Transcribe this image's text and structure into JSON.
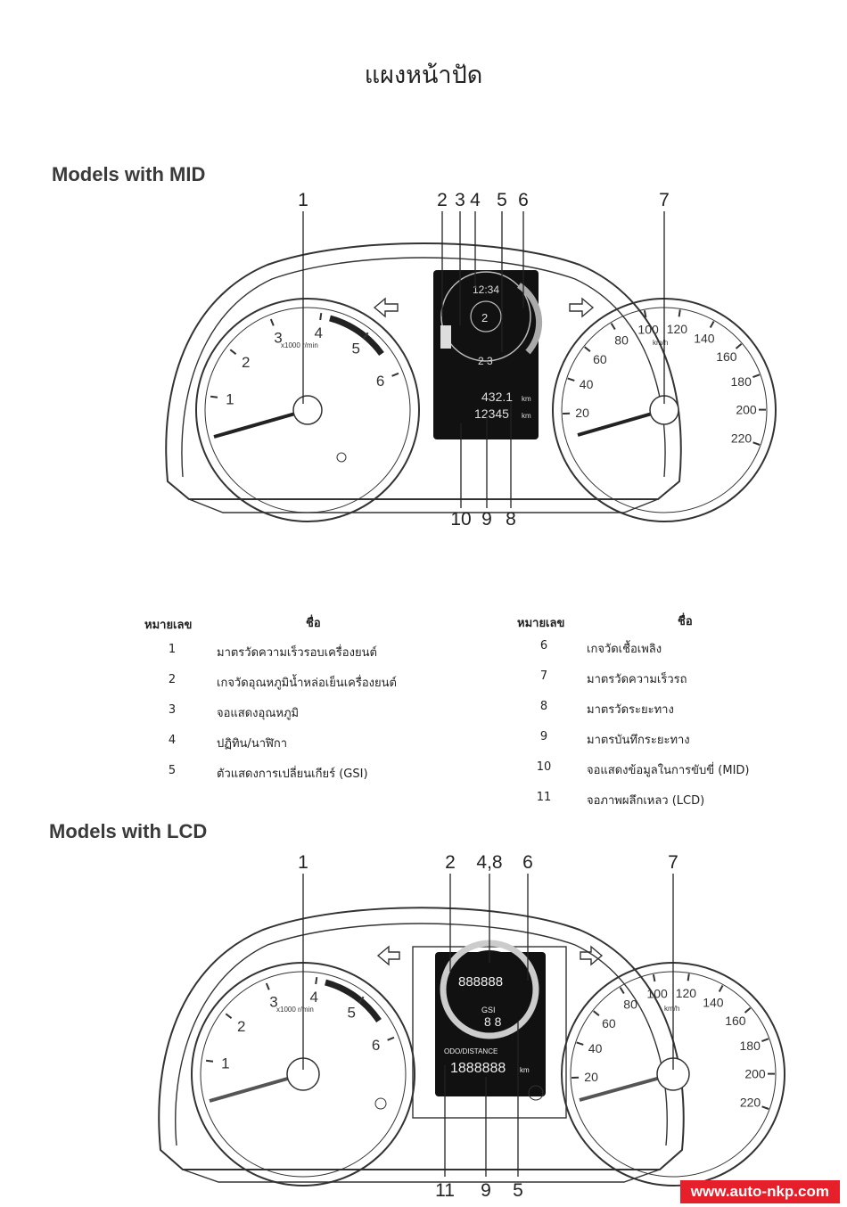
{
  "page_title": "แผงหน้าปัด",
  "sections": {
    "mid": {
      "title": "Models with MID",
      "callouts_top": [
        "1",
        "2",
        "3",
        "4",
        "5",
        "6",
        "7"
      ],
      "callouts_bottom": [
        "10",
        "9",
        "8"
      ],
      "tacho_scale": [
        "1",
        "2",
        "3",
        "4",
        "5",
        "6"
      ],
      "tacho_unit": "x1000 r/min",
      "speedo_scale": [
        "20",
        "40",
        "60",
        "80",
        "100",
        "120",
        "140",
        "160",
        "180",
        "200",
        "220"
      ],
      "speedo_unit": "km/h",
      "display": {
        "clock": "12:34",
        "trip": "432.1",
        "odo": "12345",
        "trip_unit": "km",
        "odo_unit": "km",
        "gear": "2",
        "gear_shift": "2 3"
      }
    },
    "lcd": {
      "title": "Models with LCD",
      "callouts_top": [
        "1",
        "2",
        "4,8",
        "6",
        "7"
      ],
      "callouts_bottom": [
        "11",
        "9",
        "5"
      ],
      "tacho_scale": [
        "1",
        "2",
        "3",
        "4",
        "5",
        "6"
      ],
      "tacho_unit": "x1000 r/min",
      "speedo_scale": [
        "20",
        "40",
        "60",
        "80",
        "100",
        "120",
        "140",
        "160",
        "180",
        "200",
        "220"
      ],
      "speedo_unit": "km/h",
      "display": {
        "range": "888888",
        "odo_label": "ODO/DISTANCE",
        "odo": "1888888",
        "odo_unit": "km",
        "gear": "8 8",
        "gear_label": "GSI"
      }
    }
  },
  "table": {
    "col_number": "หมายเลข",
    "col_name": "ชื่อ",
    "left": [
      {
        "num": "1",
        "name": "มาตรวัดความเร็วรอบเครื่องยนต์"
      },
      {
        "num": "2",
        "name": "เกจวัดอุณหภูมิน้ำหล่อเย็นเครื่องยนต์"
      },
      {
        "num": "3",
        "name": "จอแสดงอุณหภูมิ"
      },
      {
        "num": "4",
        "name": "ปฏิทิน/นาฬิกา"
      },
      {
        "num": "5",
        "name": "ตัวแสดงการเปลี่ยนเกียร์ (GSI)"
      }
    ],
    "right": [
      {
        "num": "6",
        "name": "เกจวัดเชื้อเพลิง"
      },
      {
        "num": "7",
        "name": "มาตรวัดความเร็วรถ"
      },
      {
        "num": "8",
        "name": "มาตรวัดระยะทาง"
      },
      {
        "num": "9",
        "name": "มาตรบันทึกระยะทาง"
      },
      {
        "num": "10",
        "name": "จอแสดงข้อมูลในการขับขี่ (MID)"
      },
      {
        "num": "11",
        "name": "จอภาพผลึกเหลว (LCD)"
      }
    ]
  },
  "watermark": "www.auto-nkp.com"
}
